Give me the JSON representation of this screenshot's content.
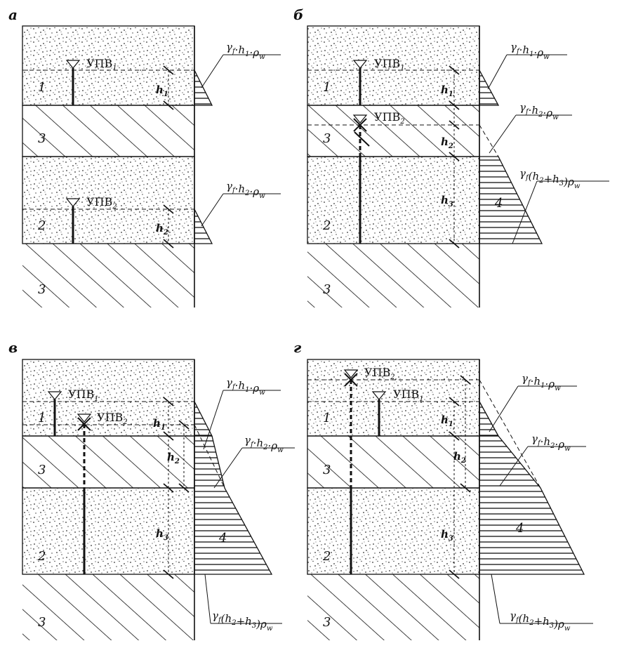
{
  "panels": [
    {
      "id": "a",
      "label": "а",
      "layers": [
        {
          "kind": "sand",
          "label": "1"
        },
        {
          "kind": "clay",
          "label": "3"
        },
        {
          "kind": "sand",
          "label": "2"
        },
        {
          "kind": "clay",
          "label": "3"
        }
      ],
      "water_levels": [
        "УПВ1",
        "УПВ2"
      ],
      "heights": [
        "h1",
        "h2"
      ],
      "pressure_labels": [
        "γf·h1·ρw",
        "γf·h2·ρw"
      ]
    },
    {
      "id": "b",
      "label": "б",
      "layers": [
        {
          "kind": "sand",
          "label": "1"
        },
        {
          "kind": "clay",
          "label": "3"
        },
        {
          "kind": "sand",
          "label": "2"
        },
        {
          "kind": "clay",
          "label": "3"
        }
      ],
      "water_levels": [
        "УПВ1",
        "УПВ2"
      ],
      "heights": [
        "h1",
        "h2",
        "h3"
      ],
      "pressure_labels": [
        "γf·h1·ρw",
        "γf·h2·ρw",
        "γf(h2+h3)ρw"
      ],
      "zone_label": "4"
    },
    {
      "id": "v",
      "label": "в",
      "layers": [
        {
          "kind": "sand",
          "label": "1"
        },
        {
          "kind": "clay",
          "label": "3"
        },
        {
          "kind": "sand",
          "label": "2"
        },
        {
          "kind": "clay",
          "label": "3"
        }
      ],
      "water_levels": [
        "УПВ1",
        "УПВ2"
      ],
      "heights": [
        "h1",
        "h2",
        "h3"
      ],
      "pressure_labels": [
        "γf·h1·ρw",
        "γf·h2·ρw",
        "γf(h2+h3)ρw"
      ],
      "zone_label": "4"
    },
    {
      "id": "g",
      "label": "г",
      "layers": [
        {
          "kind": "sand",
          "label": "1"
        },
        {
          "kind": "clay",
          "label": "3"
        },
        {
          "kind": "sand",
          "label": "2"
        },
        {
          "kind": "clay",
          "label": "3"
        }
      ],
      "water_levels": [
        "УПВ2",
        "УПВ1"
      ],
      "heights": [
        "h1",
        "h2",
        "h3"
      ],
      "pressure_labels": [
        "γf·h1·ρw",
        "γf·h2·ρw",
        "γf(h2+h3)ρw"
      ],
      "zone_label": "4"
    }
  ],
  "colors": {
    "ink": "#111111",
    "paper": "#ffffff"
  }
}
